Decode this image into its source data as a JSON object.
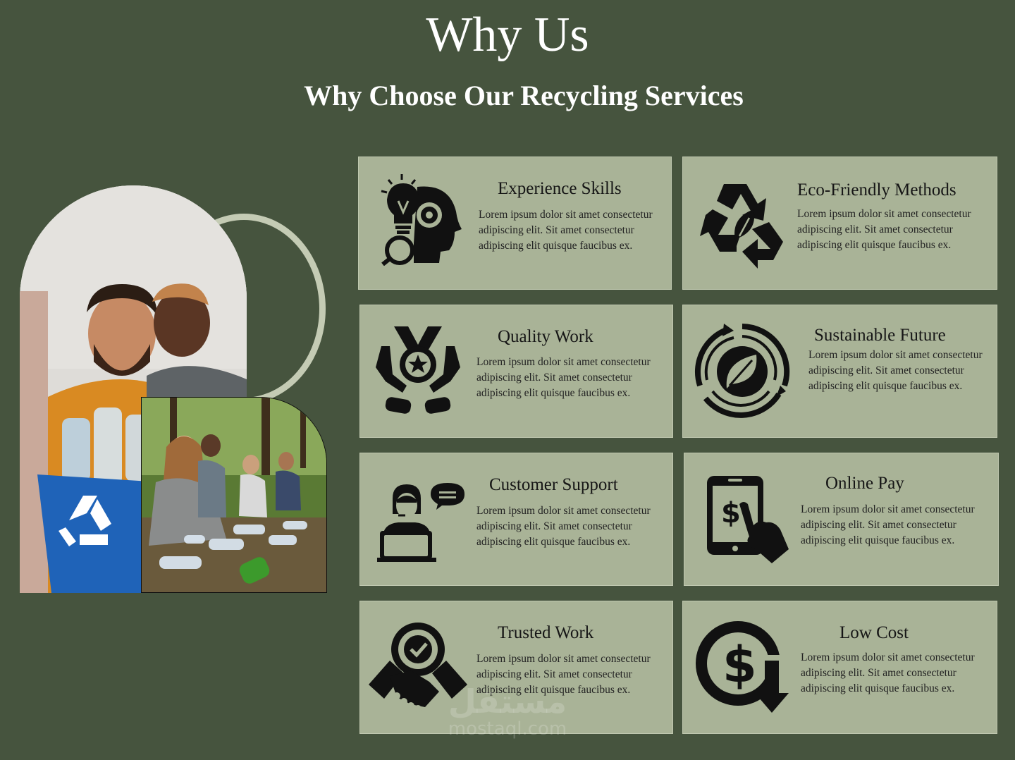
{
  "page": {
    "title": "Why Us",
    "subtitle": "Why Choose Our Recycling Services"
  },
  "colors": {
    "background": "#46543e",
    "card": "#a9b397",
    "ring": "#c4cbb4",
    "text_light": "#ffffff",
    "text_dark": "#161616"
  },
  "images": {
    "main_photo": "people-recycling-bin-photo",
    "secondary_photo": "volunteers-collecting-bottles-photo"
  },
  "cards": [
    {
      "icon": "lightbulb-gear-head-icon",
      "title": "Experience Skills",
      "body": "Lorem ipsum dolor sit amet consectetur adipiscing elit. Sit amet consectetur adipiscing elit quisque faucibus ex."
    },
    {
      "icon": "recycle-leaf-icon",
      "title": "Eco-Friendly Methods",
      "body": "Lorem ipsum dolor sit amet consectetur adipiscing elit. Sit amet consectetur adipiscing elit quisque faucibus ex."
    },
    {
      "icon": "medal-hands-icon",
      "title": "Quality Work",
      "body": "Lorem ipsum dolor sit amet consectetur adipiscing elit. Sit amet consectetur adipiscing elit quisque faucibus ex."
    },
    {
      "icon": "leaf-cycle-icon",
      "title": "Sustainable Future",
      "body": "Lorem ipsum dolor sit amet consectetur adipiscing elit. Sit amet consectetur adipiscing elit quisque faucibus ex."
    },
    {
      "icon": "support-agent-icon",
      "title": "Customer Support",
      "body": "Lorem ipsum dolor sit amet consectetur adipiscing elit. Sit amet consectetur adipiscing elit quisque faucibus ex."
    },
    {
      "icon": "phone-payment-icon",
      "title": "Online Pay",
      "body": "Lorem ipsum dolor sit amet consectetur adipiscing elit. Sit amet consectetur adipiscing elit quisque faucibus ex."
    },
    {
      "icon": "handshake-check-icon",
      "title": "Trusted Work",
      "body": "Lorem ipsum dolor sit amet consectetur adipiscing elit. Sit amet consectetur adipiscing elit quisque faucibus ex."
    },
    {
      "icon": "dollar-down-arrow-icon",
      "title": "Low Cost",
      "body": "Lorem ipsum dolor sit amet consectetur adipiscing elit. Sit amet consectetur adipiscing elit quisque faucibus ex."
    }
  ],
  "watermark": {
    "arabic": "مستقل",
    "latin": "mostaql.com"
  }
}
